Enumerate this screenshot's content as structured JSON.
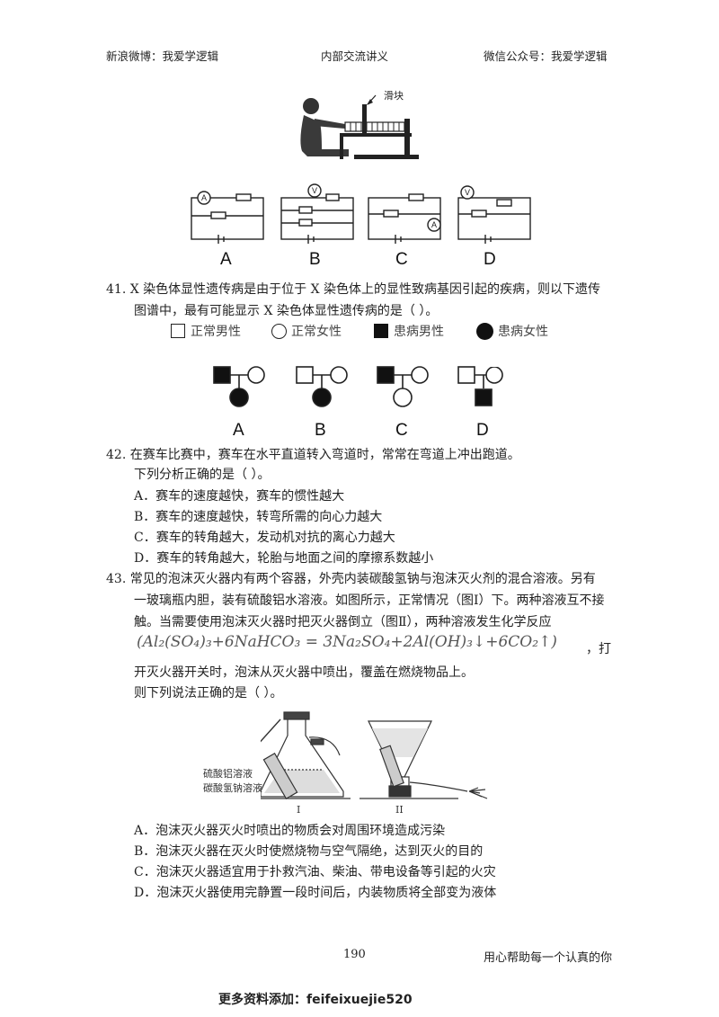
{
  "header": {
    "left": "新浪微博：我爱学逻辑",
    "center": "内部交流讲义",
    "right": "微信公众号：我爱学逻辑"
  },
  "fig_top": {
    "slider_label": "滑块",
    "circuit_labels": [
      "A",
      "B",
      "C",
      "D"
    ],
    "meter_A": "A",
    "meter_V": "V"
  },
  "q41": {
    "line1": "41.  X 染色体显性遗传病是由于位于 X 染色体上的显性致病基因引起的疾病，则以下遗传",
    "line2": "图谱中，最有可能显示 X 染色体显性遗传病的是（      ）。",
    "legend": [
      "正常男性",
      "正常女性",
      "患病男性",
      "患病女性"
    ],
    "labels": [
      "A",
      "B",
      "C",
      "D"
    ]
  },
  "q42": {
    "line1": "42.  在赛车比赛中，赛车在水平直道转入弯道时，常常在弯道上冲出跑道。",
    "line2": "下列分析正确的是（      ）。",
    "options": [
      "A．赛车的速度越快，赛车的惯性越大",
      "B．赛车的速度越快，转弯所需的向心力越大",
      "C．赛车的转角越大，发动机对抗的离心力越大",
      "D．赛车的转角越大，轮胎与地面之间的摩擦系数越小"
    ]
  },
  "q43": {
    "line1": "43.  常见的泡沫灭火器内有两个容器，外壳内装碳酸氢钠与泡沫灭火剂的混合溶液。另有",
    "line2": "一玻璃瓶内胆，装有硫酸铝水溶液。如图所示，正常情况（图Ⅰ）下。两种溶液互不接",
    "line3": "触。当需要使用泡沫灭火器时把灭火器倒立（图Ⅱ），两种溶液发生化学反应",
    "formula": "(Al₂(SO₄)₃+6NaHCO₃ = 3Na₂SO₄+2Al(OH)₃↓+6CO₂↑)",
    "formula_tail": "，打",
    "line4": "开灭火器开关时，泡沫从灭火器中喷出，覆盖在燃烧物品上。",
    "line5": "则下列说法正确的是（      ）。",
    "fig_labels": [
      "硫酸铝溶液",
      "碳酸氢钠溶液"
    ],
    "fig_roman": [
      "I",
      "II"
    ],
    "options": [
      "A．泡沫灭火器灭火时喷出的物质会对周围环境造成污染",
      "B．泡沫灭火器在灭火时使燃烧物与空气隔绝，达到灭火的目的",
      "C．泡沫灭火器适宜用于扑救汽油、柴油、带电设备等引起的火灾",
      "D．泡沫灭火器使用完静置一段时间后，内装物质将全部变为液体"
    ]
  },
  "footer": {
    "page_number": "190",
    "slogan": "用心帮助每一个认真的你",
    "more": "更多资料添加：feifeixuejie520"
  }
}
